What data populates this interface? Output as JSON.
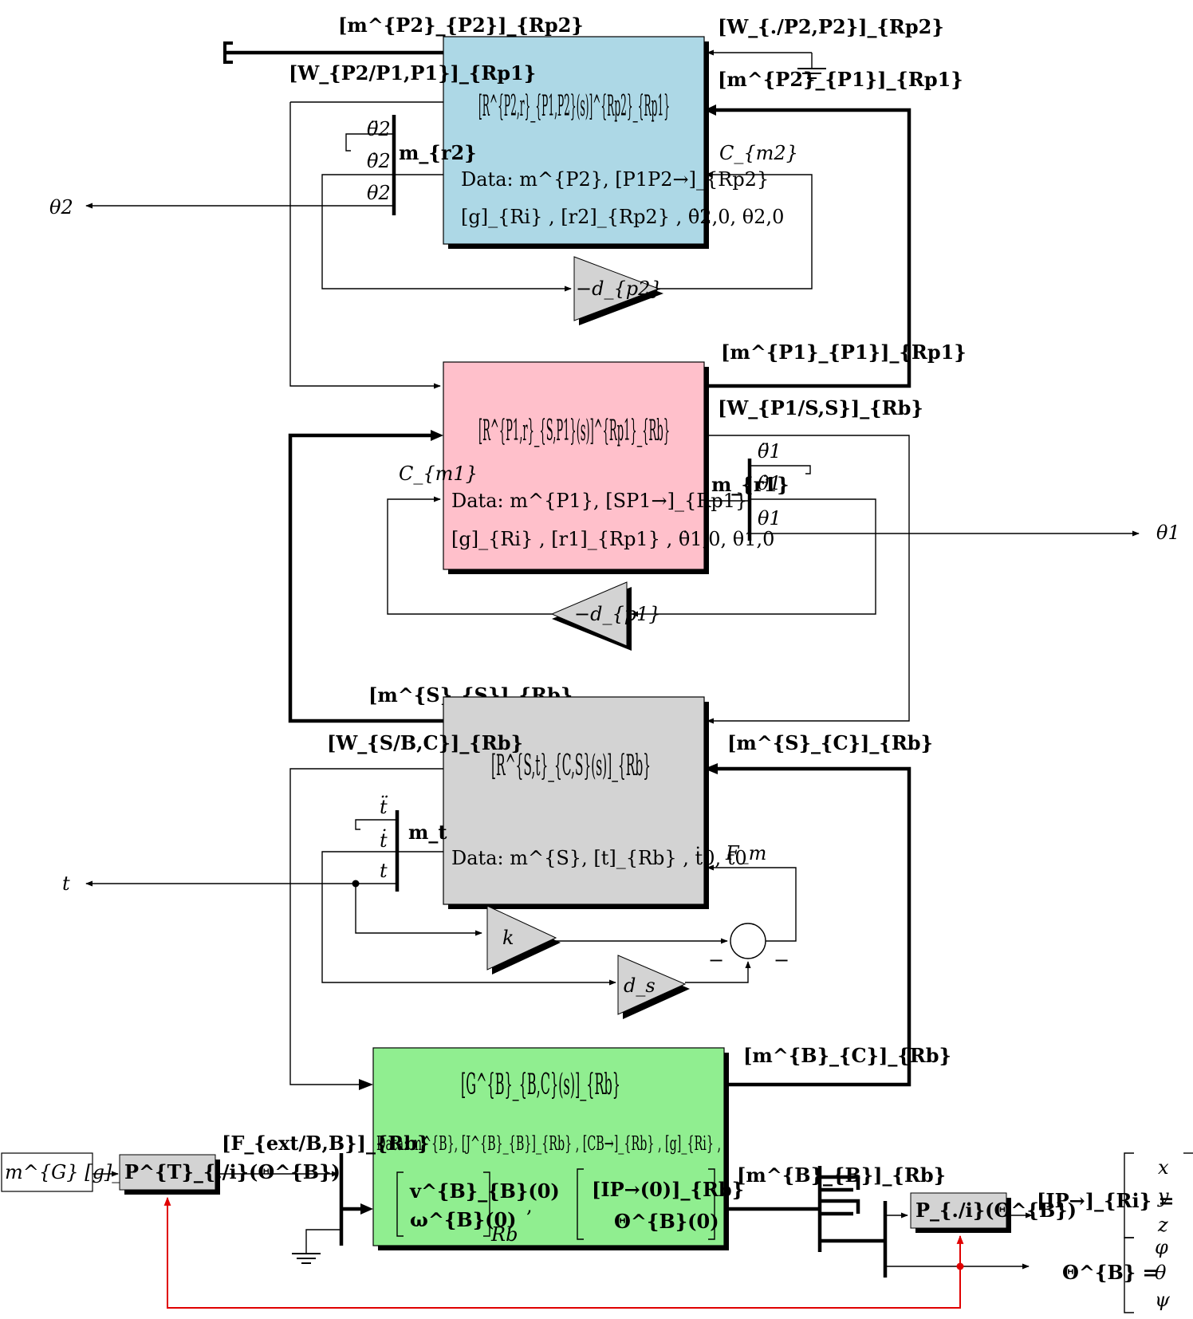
{
  "colors": {
    "p2_block": "#add8e6",
    "p1_block": "#ffc0cb",
    "s_block": "#d3d3d3",
    "b_block": "#90ee90",
    "gain_fill": "#d3d3d3",
    "feedback_line": "#e00000"
  },
  "block_p2": {
    "title": "[R^{P2,r}_{P1,P2}(s)]^{Rp2}_{Rp1}",
    "data_line1": "Data: m^{P2}, [P1P2→]_{Rp2}",
    "data_line2": "[g]_{Ri} , [r2]_{Rp2} , θ̇2,0, θ2,0",
    "mux_label": "m_{r2}",
    "out_ddot": "θ̈2",
    "out_dot": "θ̇2",
    "out_pos": "θ2",
    "in_torque": "C_{m2}",
    "gain": "−d_{p2}"
  },
  "block_p1": {
    "title": "[R^{P1,r}_{S,P1}(s)]^{Rp1}_{Rb}",
    "data_line1": "Data: m^{P1}, [SP1→]_{Rp1}",
    "data_line2": "[g]_{Ri} , [r1]_{Rp1} , θ̇1,0, θ1,0",
    "mux_label": "m_{r1}",
    "out_ddot": "θ̈1",
    "out_dot": "θ̇1",
    "out_pos": "θ1",
    "in_torque": "C_{m1}",
    "gain": "−d_{p1}"
  },
  "block_s": {
    "title": "[R^{S,t}_{C,S}(s)]_{Rb}",
    "data_line1": "Data: m^{S}, [t]_{Rb} , ṫ0, t0",
    "mux_label": "m_t",
    "out_ddot": "ẗ",
    "out_dot": "ṫ",
    "out_pos": "t",
    "in_force": "F_m",
    "gain_k": "k",
    "gain_ds": "d_s",
    "sum_minus_left": "−",
    "sum_minus_right": "−"
  },
  "block_b": {
    "title": "[G^{B}_{B,C}(s)]_{Rb}",
    "data_line1": "Data: m^{B}, [J^{B}_{B}]_{Rb} , [CB→]_{Rb} , [g]_{Ri} ,",
    "vec1_top": "v^{B}_{B}(0)",
    "vec1_bottom": "ω^{B}(0)",
    "vec1_sub": "Rb",
    "vec_sep": ",",
    "vec2_top": "[IP→(0)]_{Rb}",
    "vec2_bottom": "Θ^{B}(0)"
  },
  "signals": {
    "m_P2_P2": "[m^{P2}_{P2}]_{Rp2}",
    "W_P2_P1": "[W_{P2/P1,P1}]_{Rp1}",
    "W_dot_P2": "[W_{./P2,P2}]_{Rp2}",
    "m_P2_P1": "[m^{P2}_{P1}]_{Rp1}",
    "m_P1_P1": "[m^{P1}_{P1}]_{Rp1}",
    "W_P1_S": "[W_{P1/S,S}]_{Rb}",
    "m_S_S": "[m^{S}_{S}]_{Rb}",
    "W_S_C": "[W_{S/B,C}]_{Rb}",
    "m_S_C": "[m^{S}_{C}]_{Rb}",
    "m_B_C": "[m^{B}_{C}]_{Rb}",
    "F_ext": "[F_{ext/B,B}]_{Rb}",
    "m_B_B": "[m^{B}_{B}]_{Rb}",
    "gravity_src": "m^{G} [g]_{Ri}",
    "proj_T": "P^{T}_{./i}(Θ^{B})",
    "proj": "P_{./i}(Θ^{B})",
    "IP_out": "[IP→]_{Ri} =",
    "IP_vec": [
      "x",
      "y",
      "z"
    ],
    "Theta_out": "Θ^{B} =",
    "Theta_vec": [
      "φ",
      "θ",
      "ψ"
    ]
  },
  "outputs": {
    "theta2": "θ2",
    "theta1": "θ1",
    "t": "t"
  }
}
